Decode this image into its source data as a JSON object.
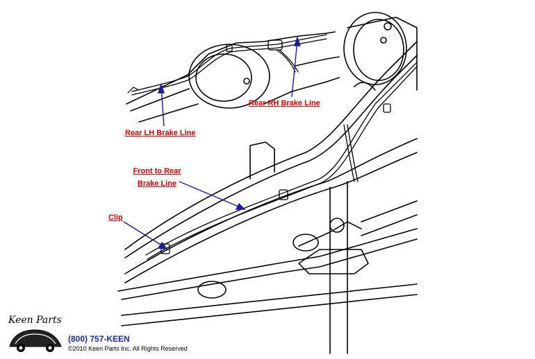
{
  "labels": {
    "rear_rh": "Rear RH Brake Line",
    "rear_lh": "Rear LH Brake Line",
    "front_to_rear_line1": "Front to Rear",
    "front_to_rear_line2": "Brake Line",
    "clip": "Clip"
  },
  "footer": {
    "logo_text": "Keen Parts",
    "phone": "(800) 757-KEEN",
    "copyright": "©2010 Keen Parts Inc. All Rights Reserved"
  },
  "colors": {
    "label": "#cc0000",
    "arrow": "#1a1aa0",
    "line_art": "#000000",
    "phone": "#1a2a9a"
  }
}
